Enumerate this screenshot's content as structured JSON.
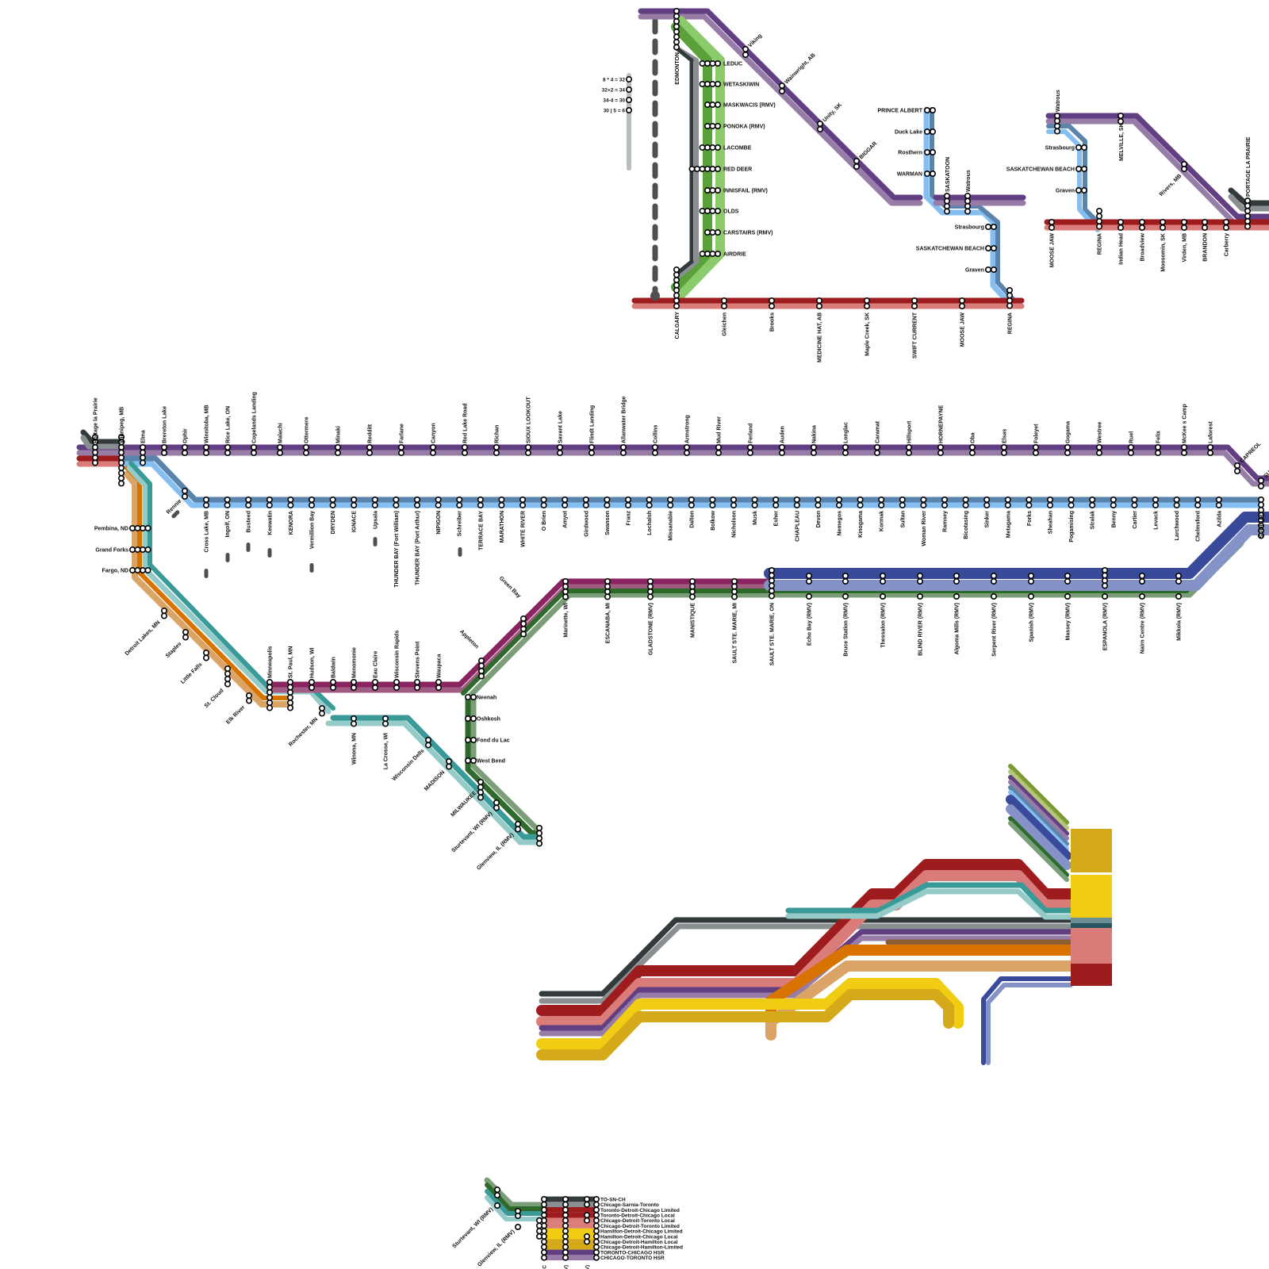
{
  "colors": {
    "purple_dark": "#623e82",
    "purple_light": "#967ca6",
    "red_dark": "#9e1c1d",
    "red_light": "#d97c7a",
    "blue_dark": "#5b84ac",
    "blue_light": "#85bef0",
    "green_dark": "#5aa13a",
    "green_light": "#8ccb6c",
    "charcoal": "#333a3c",
    "grey": "#8a8f92",
    "teal_dark": "#3a9a97",
    "teal_light": "#94cbc9",
    "orange_dark": "#d97300",
    "orange_light": "#d9a465",
    "magenta_dark": "#8a2460",
    "magenta_light": "#a05c82",
    "forest_dark": "#2f6a2d",
    "forest_light": "#7b9e78",
    "navy_dark": "#3a4a9a",
    "navy_light": "#8592c8",
    "yellow": "#f0cd13",
    "gold": "#d4a91a",
    "olive": "#7b9a33",
    "olive_light": "#b6c47a",
    "brown": "#8a5e32",
    "legend_grey": "#b8bdbf",
    "dash_grey": "#4f4f4f"
  },
  "calc_legend": [
    "8 * 4 = 32",
    "32+2 = 34",
    "34-4 = 30",
    "30 | 5 = 6"
  ],
  "alberta": {
    "north_terminal": "EDMONTON",
    "south_terminal": "CALGARY",
    "stations": [
      "LEDUC",
      "WETASKIWIN",
      "MASKWACIS (RMV)",
      "PONOKA (RMV)",
      "LACOMBE",
      "RED DEER",
      "INNISFAIL (RMV)",
      "OLDS",
      "CARSTAIRS (RMV)",
      "AIRDRIE"
    ]
  },
  "yellowhead": {
    "stations": [
      "Viking",
      "Wainwright, AB",
      "Unity, SK",
      "BIGGAR"
    ]
  },
  "prince_albert_branch": {
    "stations": [
      "PRINCE ALBERT",
      "Duck Lake",
      "Rosthern",
      "WARMAN"
    ],
    "junctions": [
      "SASKATOON",
      "Watrous"
    ],
    "south": [
      "Strasbourg",
      "SASKATCHEWAN BEACH",
      "Graven"
    ]
  },
  "southern_main": {
    "stations": [
      "CALGARY",
      "Gleichen",
      "Brooks",
      "MEDICINE HAT, AB",
      "Maple Creek, SK",
      "SWIFT CURRENT",
      "MOOSE JAW",
      "REGINA"
    ]
  },
  "sask_east": {
    "top": [
      "Watrous",
      "MELVILLE, SK",
      "Rivers, MB",
      "PORTAGE LA PRAIRIE"
    ],
    "branch": [
      "Strasbourg",
      "SASKATCHEWAN BEACH",
      "Graven"
    ],
    "bottom": [
      "MOOSE JAW",
      "REGINA",
      "Indian Head",
      "Broadview",
      "Moosomin, SK",
      "Virden, MB",
      "BRANDON",
      "Carberry"
    ]
  },
  "northern_main": {
    "stations": [
      "Portage la Prairie",
      "Winnipeg, MB",
      "Elma",
      "Brereton Lake",
      "Ophir",
      "Winnitoba, MB",
      "Rice Lake, ON",
      "Copelands Landing",
      "Malachi",
      "Ottermere",
      "Minaki",
      "Redditt",
      "Farlane",
      "Canyon",
      "Red Lake Road",
      "Richan",
      "SIOUX LOOKOUT",
      "Savant Lake",
      "Flindt Landing",
      "Allanwater Bridge",
      "Collins",
      "Armstrong",
      "Mud River",
      "Ferland",
      "Auden",
      "Nakina",
      "Longlac",
      "Caramat",
      "Hillsport",
      "HORNEPAYNE",
      "Oba",
      "Elsas",
      "Foleyet",
      "Gogama",
      "Westree",
      "Ruel",
      "Felix",
      "McKee s Camp",
      "Laforest",
      "CAPREOL",
      "SUDBURY"
    ]
  },
  "southern_ontario_main": {
    "rennie": "Rennie",
    "stations": [
      "Cross Lake, MB",
      "Ingolf, ON",
      "Busteed",
      "Keewatin",
      "KENORA",
      "Vermillion Bay",
      "DRYDEN",
      "IGNACE",
      "Upsala",
      "THUNDER BAY (Fort William)",
      "THUNDER BAY (Port Arthur)",
      "NIPIGON",
      "Schreiber",
      "TERRACE BAY",
      "MARATHON",
      "WHITE RIVER",
      "O Brien",
      "Amyot",
      "Girdwood",
      "Swanson",
      "Franz",
      "Lochalsh",
      "Missanabie",
      "Dalton",
      "Bolkow",
      "Nicholson",
      "Musk",
      "Esher",
      "CHAPLEAU",
      "Devon",
      "Nemegos",
      "Kinogama",
      "Kormak",
      "Sultan",
      "Woman River",
      "Ramsey",
      "Bicotasing",
      "Sinker",
      "Metagama",
      "Forks",
      "Sheahan",
      "Pogamising",
      "Stralak",
      "Benny",
      "Cartier",
      "Levack",
      "Larchwood",
      "Chelmsford",
      "Azilda",
      "SUDBURY"
    ]
  },
  "north_dakota": {
    "stations": [
      "Pembina, ND",
      "Grand Forks",
      "Fargo, ND",
      "Detroit Lakes, MN",
      "Staples",
      "Little Falls",
      "St. Cloud",
      "Elk River"
    ]
  },
  "wisconsin": {
    "main": [
      "Minneapolis",
      "St. Paul, MN",
      "Hudson, WI",
      "Baldwin",
      "Menomonie",
      "Eau Claire",
      "Wisconsin Rapids",
      "Stevens Point",
      "Waupaca"
    ],
    "south": [
      "Rochester, MN",
      "Winona, MN",
      "La Crosse, WI",
      "Wisconsin Dells",
      "MADISON",
      "MILWAUKEE",
      "Sturtevant, WI (RMV)",
      "Glenview, IL (RMV)"
    ],
    "fox_valley": [
      "Appleton",
      "Green Bay",
      "Neenah",
      "Oshkosh",
      "Fond du Lac",
      "West Bend"
    ]
  },
  "upper_peninsula": {
    "stations": [
      "Marinette, WI",
      "ESCANABA, MI",
      "GLADSTONE (RMV)",
      "MANISTIQUE",
      "SAULT STE. MARIE, MI",
      "SAULT STE. MARIE, ON",
      "Echo Bay (RMV)",
      "Bruce Station (RMV)",
      "Thessalon (RMV)",
      "BLIND RIVER (RMV)",
      "Algoma Mills (RMV)",
      "Serpent River (RMV)",
      "Spanish (RMV)",
      "Massey (RMV)",
      "ESPANOLA (RMV)",
      "Nairn Centre (RMV)",
      "Mikkola (RMV)"
    ]
  },
  "legend": {
    "title_labels": [
      "Sturtevant, WI (RMV)",
      "Glenview, IL (RMV)"
    ],
    "items": [
      {
        "label": "TO-SN-CH",
        "color": "#333a3c"
      },
      {
        "label": "Chicago-Sarnia-Toronto",
        "color": "#8a8f92"
      },
      {
        "label": "Toronto-Detroit-Chicago Limited",
        "color": "#9e1c1d"
      },
      {
        "label": "Toronto-Detroit-Chicago Local",
        "color": "#9e1c1d"
      },
      {
        "label": "Chicago-Detroit-Toronto Local",
        "color": "#d97c7a"
      },
      {
        "label": "Chicago-Detroit-Toronto Limited",
        "color": "#d97c7a"
      },
      {
        "label": "Hamilton-Detroit-Chicago Limited",
        "color": "#f0cd13"
      },
      {
        "label": "Hamilton-Detroit-Chicago Local",
        "color": "#f0cd13"
      },
      {
        "label": "Chicago-Detroit-Hamilton Local",
        "color": "#d4a91a"
      },
      {
        "label": "Chicago-Detroit-Hamilton-Limited",
        "color": "#d4a91a"
      },
      {
        "label": "TORONTO-CHICAGO HSR",
        "color": "#623e82"
      },
      {
        "label": "CHICAGO-TORONTO HSR",
        "color": "#967ca6"
      }
    ],
    "bottom_labels": [
      "CC",
      "(V)",
      "(V)"
    ]
  }
}
